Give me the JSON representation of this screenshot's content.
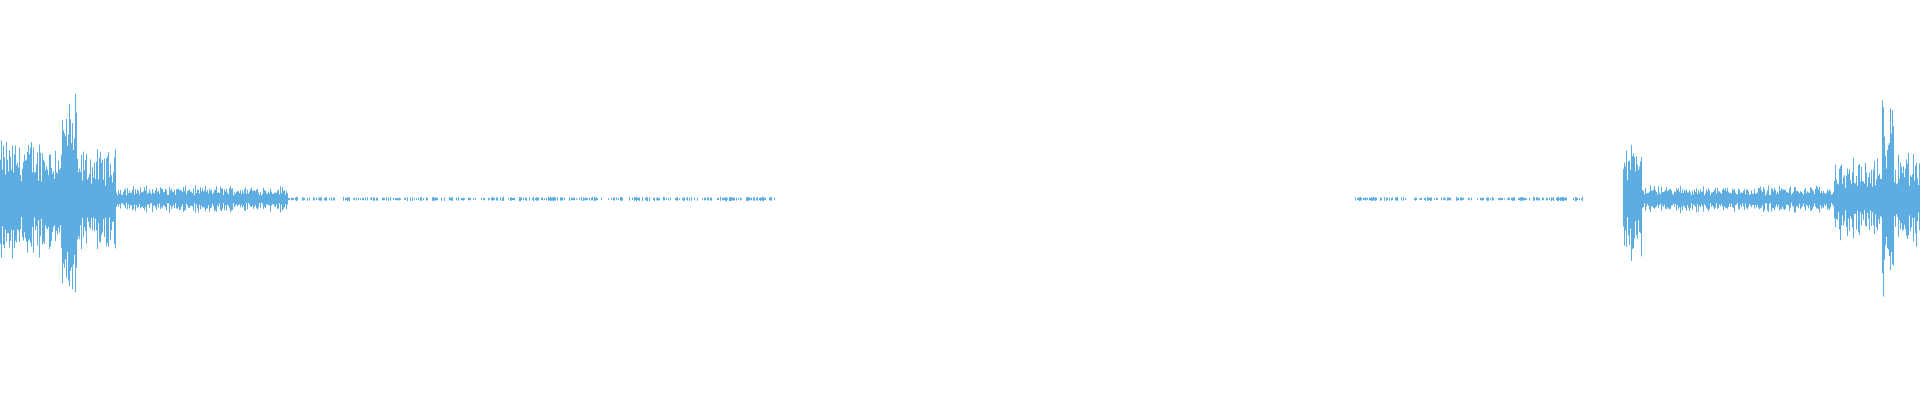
{
  "waveform": {
    "color": "#5dade2",
    "background": "#ffffff",
    "duration_fraction_segments": [
      {
        "from": 0.0,
        "to": 0.032,
        "level": 0.55
      },
      {
        "from": 0.032,
        "to": 0.04,
        "level": 0.95
      },
      {
        "from": 0.04,
        "to": 0.06,
        "level": 0.45
      },
      {
        "from": 0.06,
        "to": 0.15,
        "level": 0.12
      },
      {
        "from": 0.15,
        "to": 0.405,
        "level": 0.02
      },
      {
        "from": 0.405,
        "to": 0.705,
        "level": 0.0
      },
      {
        "from": 0.705,
        "to": 0.825,
        "level": 0.015
      },
      {
        "from": 0.845,
        "to": 0.855,
        "level": 0.55
      },
      {
        "from": 0.855,
        "to": 0.955,
        "level": 0.12
      },
      {
        "from": 0.955,
        "to": 0.98,
        "level": 0.35
      },
      {
        "from": 0.98,
        "to": 0.986,
        "level": 1.0
      },
      {
        "from": 0.986,
        "to": 1.0,
        "level": 0.45
      }
    ]
  }
}
